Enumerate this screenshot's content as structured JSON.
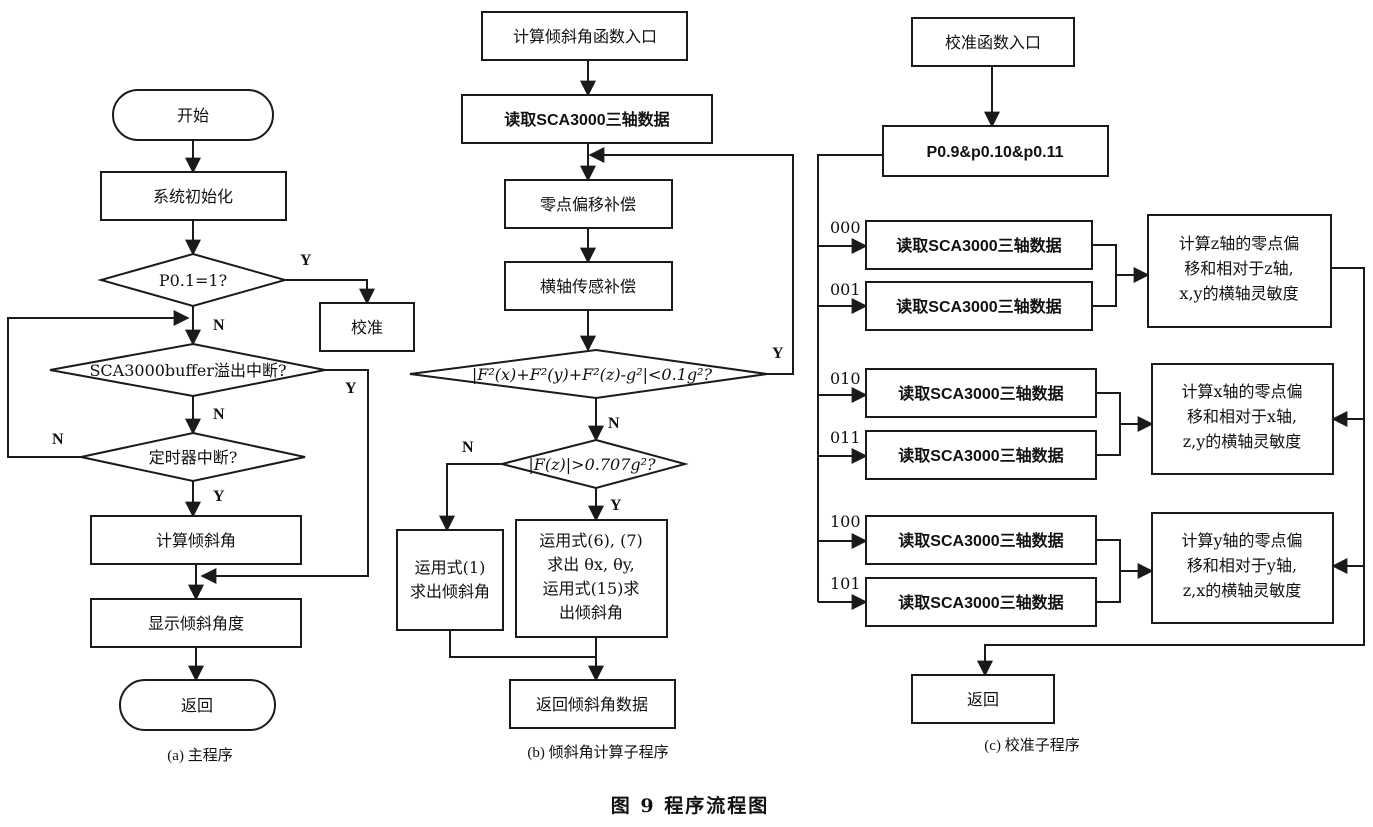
{
  "main": {
    "start": "开始",
    "init": "系统初始化",
    "check_p01": "P0.1=1?",
    "calibrate": "校准",
    "check_buffer": "SCA3000buffer溢出中断?",
    "check_timer": "定时器中断?",
    "compute": "计算倾斜角",
    "display": "显示倾斜角度",
    "return": "返回",
    "caption": "(a) 主程序"
  },
  "tilt": {
    "entry": "计算倾斜角函数入口",
    "read": "读取SCA3000三轴数据",
    "zero_comp": "零点偏移补偿",
    "cross_comp": "横轴传感补偿",
    "cond1": "|F²(x)+F²(y)+F²(z)-g²|<0.1g²?",
    "cond2": "|F(z)|>0.707g²?",
    "eq1_line1": "运用式(1)",
    "eq1_line2": "求出倾斜角",
    "eq2_line1": "运用式(6), (7)",
    "eq2_line2": "求出 θx, θy,",
    "eq2_line3": "运用式(15)求",
    "eq2_line4": "出倾斜角",
    "return": "返回倾斜角数据",
    "caption": "(b) 倾斜角计算子程序"
  },
  "calib": {
    "entry": "校准函数入口",
    "ports": "P0.9&p0.10&p0.11",
    "codes": [
      "000",
      "001",
      "010",
      "011",
      "100",
      "101"
    ],
    "read": "读取SCA3000三轴数据",
    "calc": [
      {
        "line1": "计算z轴的零点偏",
        "line2": "移和相对于z轴,",
        "line3": "x,y的横轴灵敏度"
      },
      {
        "line1": "计算x轴的零点偏",
        "line2": "移和相对于x轴,",
        "line3": "z,y的横轴灵敏度"
      },
      {
        "line1": "计算y轴的零点偏",
        "line2": "移和相对于y轴,",
        "line3": "z,x的横轴灵敏度"
      }
    ],
    "return": "返回",
    "caption": "(c) 校准子程序"
  },
  "labels": {
    "yes": "Y",
    "no": "N"
  },
  "figure_caption": "图 9   程序流程图"
}
